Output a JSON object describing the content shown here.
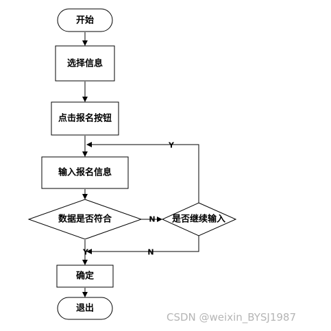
{
  "flowchart": {
    "nodes": {
      "start": "开始",
      "select_info": "选择信息",
      "click_signup": "点击报名按钮",
      "input_signup_info": "输入报名信息",
      "data_valid": "数据是否符合",
      "continue_input": "是否继续输入",
      "confirm": "确定",
      "exit": "退出"
    },
    "edge_labels": {
      "continue_yes": "Y",
      "valid_no": "N",
      "continue_no": "N",
      "valid_yes": "Y"
    }
  },
  "watermark": "CSDN @weixin_BYSJ1987"
}
